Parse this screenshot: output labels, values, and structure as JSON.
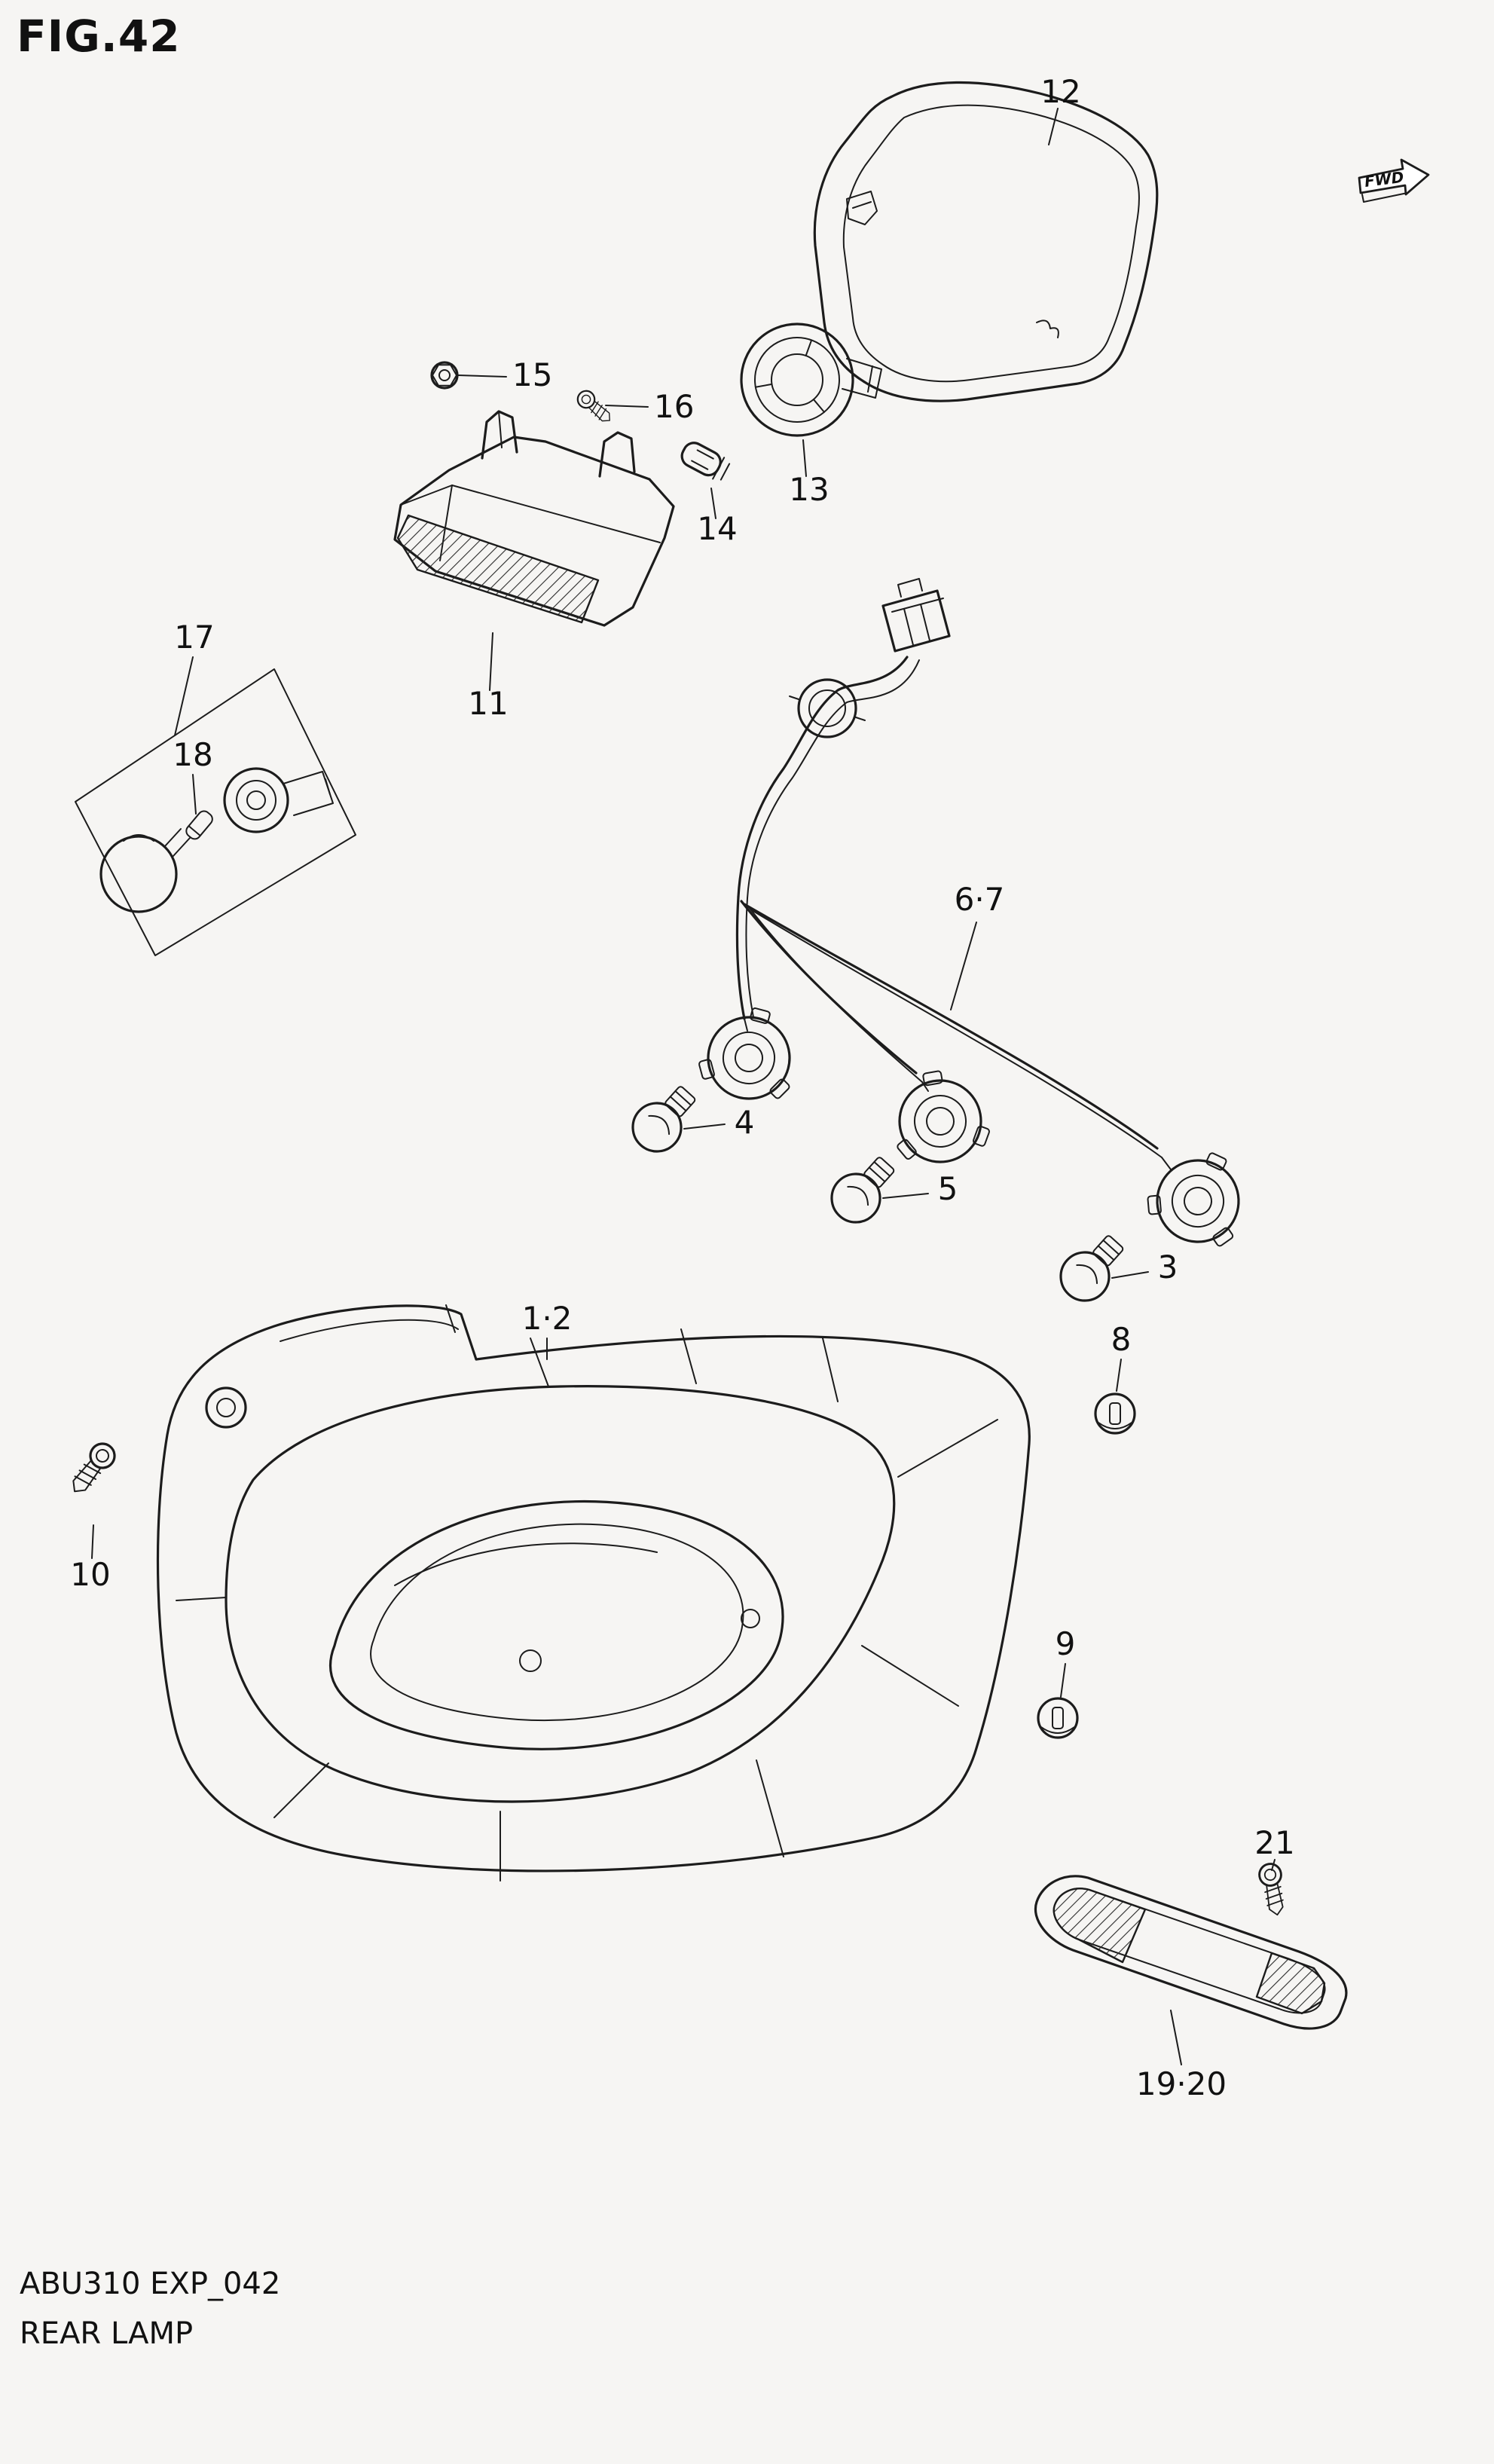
{
  "title": "FIG.42",
  "fwd_indicator": "FWD",
  "footer": {
    "code": "ABU310 EXP_042",
    "name": "REAR LAMP"
  },
  "colors": {
    "background": "#f6f5f3",
    "line": "#1c1c1c"
  },
  "callouts": [
    {
      "id": "callout-12",
      "text": "12"
    },
    {
      "id": "callout-15",
      "text": "15"
    },
    {
      "id": "callout-16",
      "text": "16"
    },
    {
      "id": "callout-13",
      "text": "13"
    },
    {
      "id": "callout-14",
      "text": "14"
    },
    {
      "id": "callout-11",
      "text": "11"
    },
    {
      "id": "callout-17",
      "text": "17"
    },
    {
      "id": "callout-18",
      "text": "18"
    },
    {
      "id": "callout-6-7",
      "text": "6·7"
    },
    {
      "id": "callout-4",
      "text": "4"
    },
    {
      "id": "callout-5",
      "text": "5"
    },
    {
      "id": "callout-3",
      "text": "3"
    },
    {
      "id": "callout-1-2",
      "text": "1·2"
    },
    {
      "id": "callout-8",
      "text": "8"
    },
    {
      "id": "callout-10",
      "text": "10"
    },
    {
      "id": "callout-9",
      "text": "9"
    },
    {
      "id": "callout-21",
      "text": "21"
    },
    {
      "id": "callout-19-20",
      "text": "19·20"
    }
  ]
}
